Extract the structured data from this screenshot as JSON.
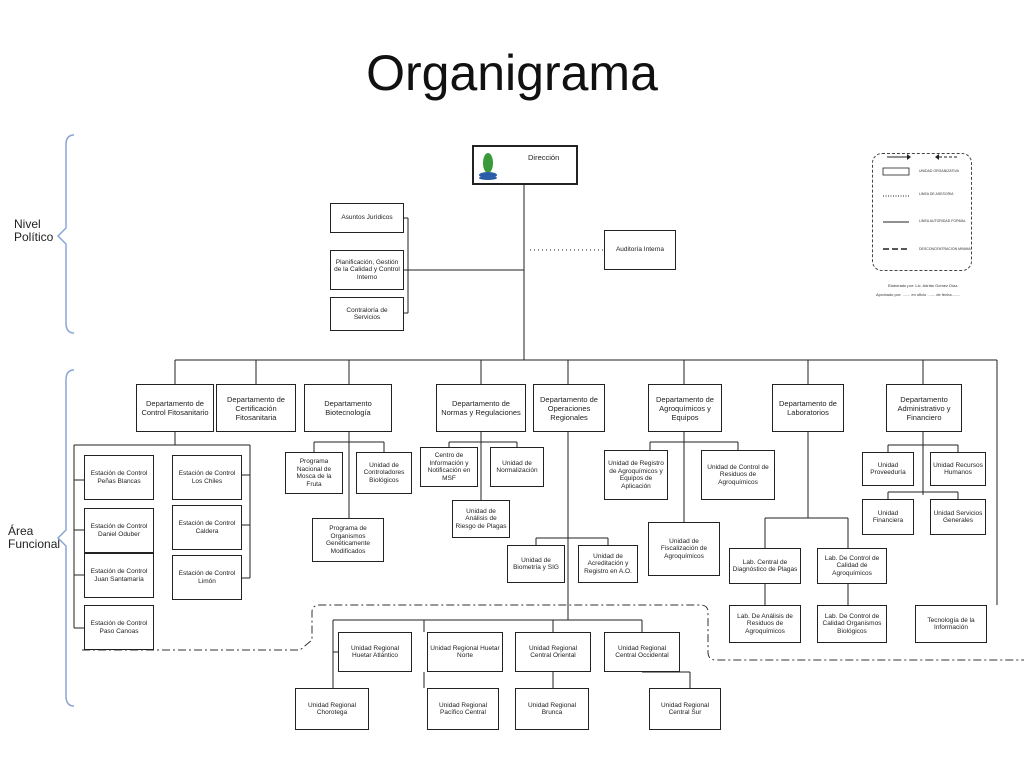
{
  "title": "Organigrama",
  "side_labels": {
    "nivel": "Nivel\nPolítico",
    "area": "Área\nFuncional"
  },
  "top": {
    "direccion": "Dirección",
    "asesoria": [
      "Asuntos Jurídicos",
      "Planificación, Gestión de la Calidad y Control Interno",
      "Contraloría de Servicios"
    ],
    "auditoria": "Auditoría Interna"
  },
  "departamentos": [
    "Departamento de Control Fitosanitario",
    "Departamento de Certificación Fitosanitaria",
    "Departamento Biotecnología",
    "Departamento de Normas y Regulaciones",
    "Departamento de Operaciones Regionales",
    "Departamento de Agroquímicos y Equipos",
    "Departamento de Laboratorios",
    "Departamento Administrativo y Financiero"
  ],
  "estaciones": [
    "Estación de Control Peñas Blancas",
    "Estación de Control Los Chiles",
    "Estación de Control Daniel Oduber",
    "Estación de Control Caldera",
    "Estación de Control Juan Santamaría",
    "Estación de Control Limón",
    "Estación de Control Paso Canoas"
  ],
  "biotecnologia": [
    "Programa Nacional de Mosca de la Fruta",
    "Unidad de Controladores Biológicos",
    "Programa de Organismos Genéticamente Modificados"
  ],
  "normas": [
    "Centro de Información y Notificación en MSF",
    "Unidad de Normalización",
    "Unidad de Análisis de Riesgo de Plagas"
  ],
  "operaciones": [
    "Unidad de Biometría y SIG",
    "Unidad de Acreditación y Registro en A.O."
  ],
  "agroquimicos": [
    "Unidad de Registro de Agroquímicos y Equipos de Aplicación",
    "Unidad de Control de Residuos de Agroquímicos",
    "Unidad de Fiscalización de Agroquímicos"
  ],
  "laboratorios": [
    "Lab. Central de Diagnóstico de Plagas",
    "Lab. De Control de Calidad de Agroquímicos",
    "Lab. De Análisis de Residuos de Agroquímicos",
    "Lab. De Control de Calidad Organismos Biológicos"
  ],
  "administrativo": [
    "Unidad Proveeduría",
    "Unidad Recursos Humanos",
    "Unidad Financiera",
    "Unidad Servicios Generales",
    "Tecnología de la Información"
  ],
  "regionales": [
    "Unidad Regional Huetar Atlántico",
    "Unidad Regional Huetar Norte",
    "Unidad Regional Central Oriental",
    "Unidad Regional Central Occidental",
    "Unidad Regional Chorotega",
    "Unidad Regional Pacífico Central",
    "Unidad Regional Brunca",
    "Unidad Regional Central Sur"
  ],
  "legend": {
    "items": [
      "UNIDAD ORGANIZATIVA",
      "LINEA DE ASESORIA",
      "LINEA AUTORIDAD FORMAL",
      "DESCONCENTRACION MINIMA"
    ],
    "elaborado": "Elaborado por: Lic. Adrián Gómez Díaz.",
    "aprobado": "Aprobado por: ....... en oficio ....... de fecha........"
  },
  "colors": {
    "bracket": "#8aa6d6",
    "line": "#222222",
    "logo_green": "#3a9a3a",
    "logo_blue": "#2a5ca8"
  }
}
